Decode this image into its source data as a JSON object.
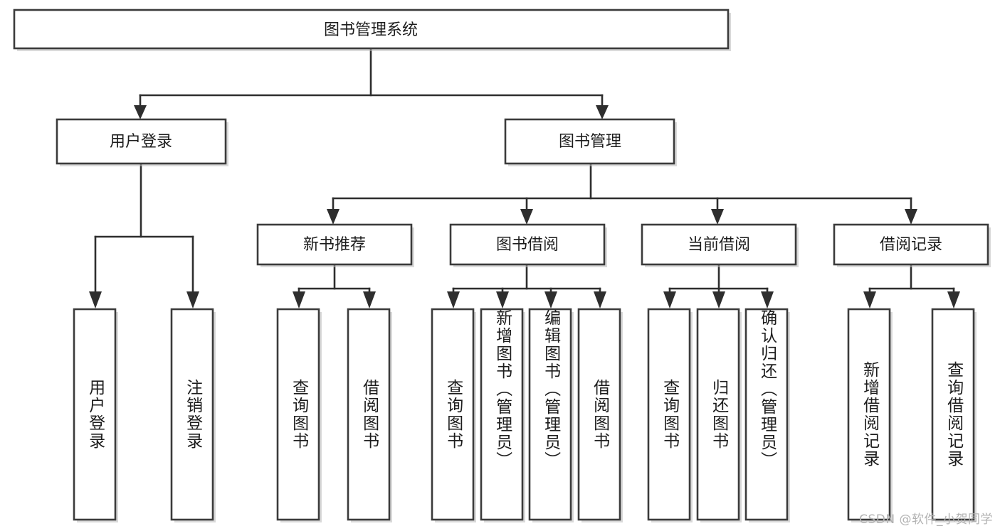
{
  "diagram": {
    "type": "tree-hierarchy",
    "title": "图书管理系统",
    "watermark": "CSDN @软件_小贺同学",
    "colors": {
      "box_fill": "#ffffff",
      "box_stroke": "#3b3b3b",
      "connector": "#2e2e2e",
      "text": "#1d1d1d",
      "watermark": "#b2b2b2",
      "background": "#ffffff"
    },
    "root": {
      "label": "图书管理系统"
    },
    "level2": [
      {
        "label": "用户登录"
      },
      {
        "label": "图书管理"
      }
    ],
    "level3": [
      {
        "label": "新书推荐"
      },
      {
        "label": "图书借阅"
      },
      {
        "label": "当前借阅"
      },
      {
        "label": "借阅记录"
      }
    ],
    "leaves": {
      "user_login": [
        {
          "label": "用户登录"
        },
        {
          "label": "注销登录"
        }
      ],
      "new_book_recommend": [
        {
          "label": "查询图书"
        },
        {
          "label": "借阅图书"
        }
      ],
      "book_borrow": [
        {
          "label": "查询图书"
        },
        {
          "label": "新增图书（管理员）"
        },
        {
          "label": "编辑图书（管理员）"
        },
        {
          "label": "借阅图书"
        }
      ],
      "current_borrow": [
        {
          "label": "查询图书"
        },
        {
          "label": "归还图书"
        },
        {
          "label": "确认归还（管理员）"
        }
      ],
      "borrow_record": [
        {
          "label": "新增借阅记录"
        },
        {
          "label": "查询借阅记录"
        }
      ]
    }
  }
}
